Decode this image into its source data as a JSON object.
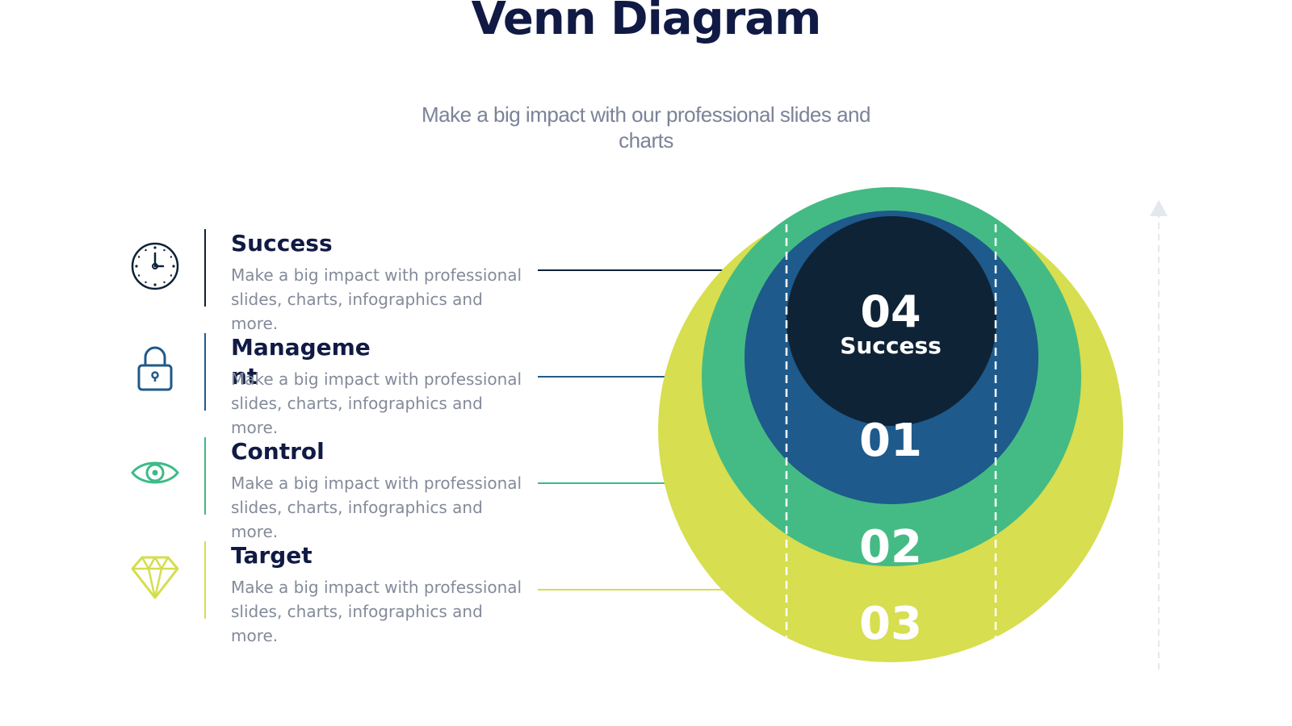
{
  "header": {
    "title": "Venn Diagram",
    "subtitle": "Make a big impact with our professional slides and charts"
  },
  "items": [
    {
      "icon": "clock-icon",
      "heading": "Success",
      "description": "Make a big impact with professional slides, charts, infographics and more.",
      "color": "#0e2236"
    },
    {
      "icon": "lock-icon",
      "heading": "Management",
      "description": "Make a big impact with professional slides, charts, infographics and more.",
      "color": "#1f5a8a"
    },
    {
      "icon": "eye-icon",
      "heading": "Control",
      "description": "Make a big impact with professional slides, charts, infographics and more.",
      "color": "#3dba86"
    },
    {
      "icon": "diamond-icon",
      "heading": "Target",
      "description": "Make a big impact with professional slides, charts, infographics and more.",
      "color": "#d4de4c"
    }
  ],
  "circles": [
    {
      "number": "03",
      "color": "#d7de4f"
    },
    {
      "number": "02",
      "color": "#44bb84"
    },
    {
      "number": "01",
      "color": "#1e5a8b"
    },
    {
      "number": "04",
      "label": "Success",
      "color": "#0f2336"
    }
  ],
  "colors": {
    "title": "#101a44",
    "subtitle": "#7b8398",
    "body": "#838a99",
    "arrow": "#e3e8ef"
  }
}
